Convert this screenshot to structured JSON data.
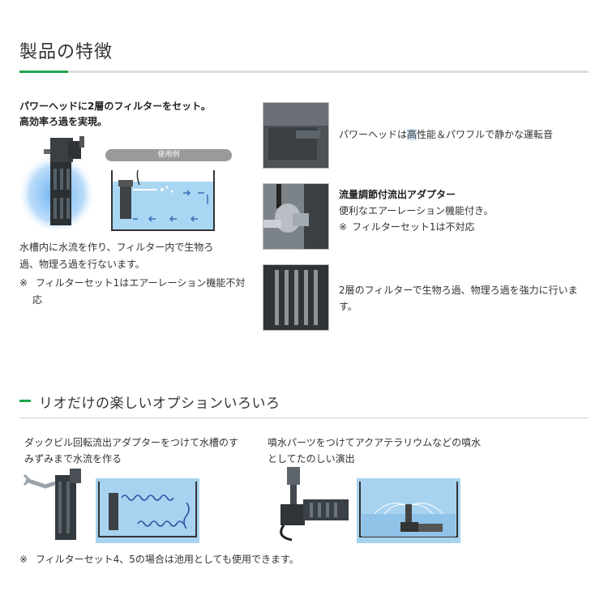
{
  "section1": {
    "title": "製品の特徴",
    "lead_line1": "パワーヘッドに2層のフィルターをセット。",
    "lead_line2": "高効率ろ過を実現。",
    "usage_label": "使用例",
    "desc_line1": "水槽内に水流を作り、フィルター内で生物ろ",
    "desc_line2": "過、物理ろ過を行ないます。",
    "note_mark": "※",
    "note_line1": "フィルターセット1はエアーレーション機能不対",
    "note_line2": "応"
  },
  "features": [
    {
      "text_pre": "パワーヘッドは",
      "text_hl": "高",
      "text_post": "性能＆パワフルで静かな運転音"
    },
    {
      "title": "流量調節付流出アダプター",
      "line1": "便利なエアーレーション機能付き。",
      "note_mark": "※",
      "note": "フィルターセット1は不対応"
    },
    {
      "line1": "2層のフィルターで生物ろ過、物理ろ過を強力に行いま",
      "line2": "す。"
    }
  ],
  "section2": {
    "title": "リオだけの楽しいオプションいろいろ",
    "option1_line1": "ダックビル回転流出アダプターをつけて水槽のす",
    "option1_line2": "みずみまで水流を作る",
    "option2_line1": "噴水パーツをつけてアクアテラリウムなどの噴水",
    "option2_line2": "としてたのしい演出",
    "footer_note_mark": "※",
    "footer_note": "フィルターセット4、5の場合は池用としても使用できます。"
  },
  "colors": {
    "accent_green": "#1fa44a",
    "water_blue": "#a7d3f0",
    "highlight": "#cfe3f7"
  }
}
